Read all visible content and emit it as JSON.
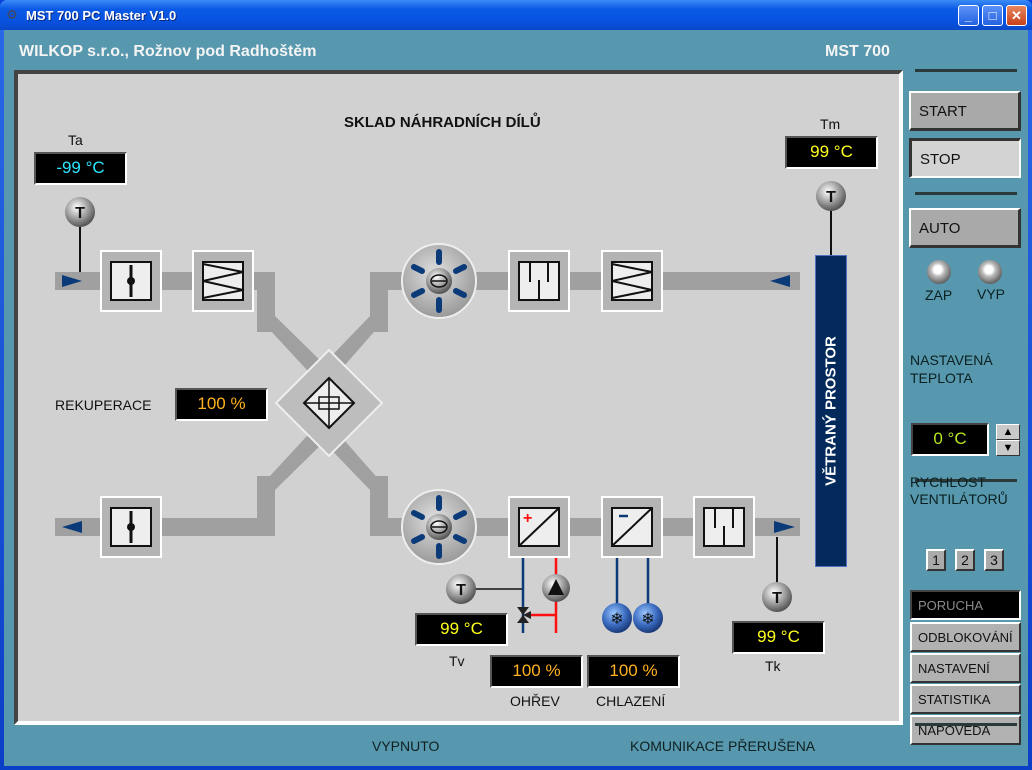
{
  "window": {
    "title": "MST 700 PC Master V1.0",
    "controls": {
      "minimize": "minimize-icon",
      "maximize": "maximize-icon",
      "close": "close-icon"
    }
  },
  "header": {
    "company": "WILKOP s.r.o., Rožnov pod Radhoštěm",
    "model": "MST 700"
  },
  "diagram": {
    "title": "SKLAD NÁHRADNÍCH DÍLŮ",
    "room_label": "VĚTRANÝ PROSTOR",
    "sensors": {
      "ta": {
        "label": "Ta",
        "value": "-99 °C"
      },
      "tm": {
        "label": "Tm",
        "value": "99 °C"
      },
      "tv": {
        "label": "Tv",
        "value": "99 °C"
      },
      "tk": {
        "label": "Tk",
        "value": "99 °C"
      }
    },
    "recovery": {
      "label": "REKUPERACE",
      "value": "100 %"
    },
    "heating": {
      "label": "OHŘEV",
      "value": "100 %"
    },
    "cooling": {
      "label": "CHLAZENÍ",
      "value": "100 %"
    },
    "sensor_glyph": "T",
    "colors": {
      "duct": "#a0a0a0",
      "arrow": "#0a3a78",
      "hot_water": "#ff1010",
      "cold_water": "#0a3a78",
      "room": "#032a5a"
    }
  },
  "controls": {
    "start": "START",
    "stop": "STOP",
    "auto": "AUTO",
    "led_on_label": "ZAP",
    "led_off_label": "VYP",
    "setpoint_label_1": "NASTAVENÁ",
    "setpoint_label_2": "TEPLOTA",
    "setpoint_value": "0 °C",
    "spin_up": "▲",
    "spin_down": "▼",
    "fan_speed_label_1": "RYCHLOST",
    "fan_speed_label_2": "VENTILÁTORŮ",
    "fan_speeds": [
      "1",
      "2",
      "3"
    ],
    "fault": "PORUCHA",
    "menu": [
      "ODBLOKOVÁNÍ",
      "NASTAVENÍ",
      "STATISTIKA",
      "NÁPOVĚDA"
    ]
  },
  "status": {
    "state": "VYPNUTO",
    "communication": "KOMUNIKACE PŘERUŠENA"
  }
}
